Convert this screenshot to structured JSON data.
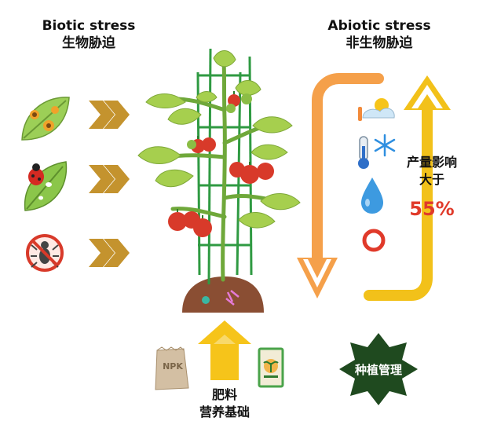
{
  "biotic": {
    "title_en": "Biotic stress",
    "title_zh": "生物胁迫"
  },
  "abiotic": {
    "title_en": "Abiotic stress",
    "title_zh": "非生物胁迫"
  },
  "yield_impact": {
    "line1": "产量影响",
    "line2": "大于",
    "percent": "55%"
  },
  "nutrition": {
    "line1": "肥料",
    "line2": "营养基础",
    "bag_text": "NPK"
  },
  "management": {
    "label": "种植管理"
  },
  "colors": {
    "chevron": "#c4932e",
    "leaf": "#9ccf57",
    "tomato": "#d83a2a",
    "trellis": "#2f9a42",
    "orange_arrow": "#f5a04a",
    "yellow_arrow": "#f2c11a",
    "badge": "#1f4a1f",
    "red_accent": "#e03a2a"
  },
  "icons": [
    "infected-leaf-icon",
    "ladybug-leaf-icon",
    "no-pest-icon",
    "sun-cloud-icon",
    "thermometer-icon",
    "snowflake-icon",
    "water-drop-icon",
    "ring-icon",
    "npk-bag-icon",
    "seed-packet-icon"
  ]
}
